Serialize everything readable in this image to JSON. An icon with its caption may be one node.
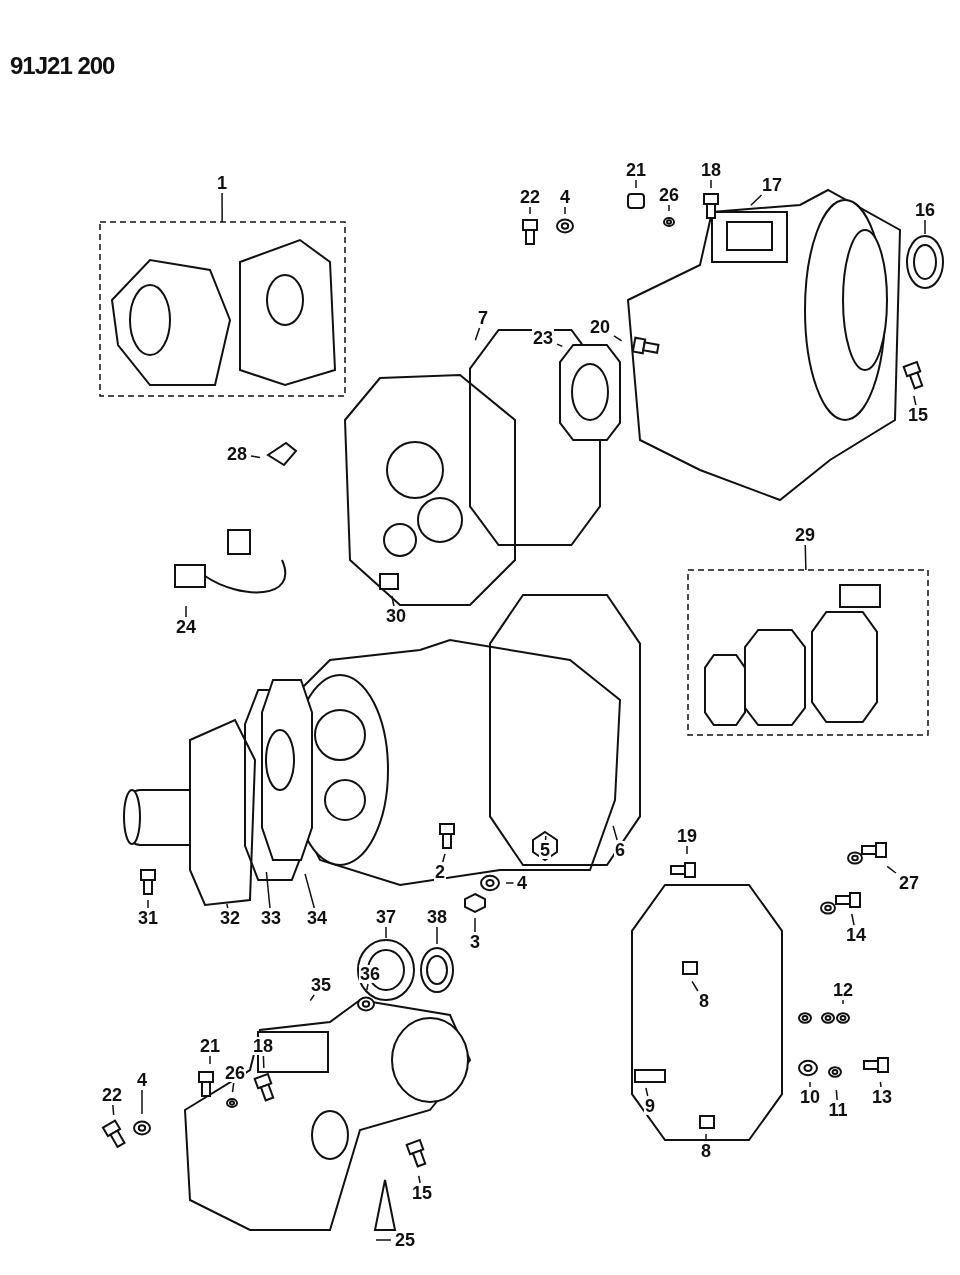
{
  "diagram": {
    "nodes": [
      {
        "text": [
          "1"
        ]
      },
      {
        "text": [
          "21"
        ]
      },
      {
        "text": [
          "18"
        ]
      },
      {
        "text": [
          "17"
        ]
      },
      {
        "text": [
          "22"
        ]
      },
      {
        "text": [
          "4"
        ]
      },
      {
        "text": [
          "26"
        ]
      },
      {
        "text": [
          "16"
        ]
      },
      {
        "text": [
          "7"
        ]
      },
      {
        "text": [
          "23"
        ]
      },
      {
        "text": [
          "20"
        ]
      },
      {
        "text": [
          "15"
        ]
      },
      {
        "text": [
          "28"
        ]
      },
      {
        "text": [
          "29"
        ]
      },
      {
        "text": [
          "30"
        ]
      },
      {
        "text": [
          "24"
        ]
      },
      {
        "text": [
          "19"
        ]
      },
      {
        "text": [
          "6"
        ]
      },
      {
        "text": [
          "5"
        ]
      },
      {
        "text": [
          "2"
        ]
      },
      {
        "text": [
          "27"
        ]
      },
      {
        "text": [
          "4"
        ]
      },
      {
        "text": [
          "31"
        ]
      },
      {
        "text": [
          "32"
        ]
      },
      {
        "text": [
          "33"
        ]
      },
      {
        "text": [
          "34"
        ]
      },
      {
        "text": [
          "37"
        ]
      },
      {
        "text": [
          "38"
        ]
      },
      {
        "text": [
          "3"
        ]
      },
      {
        "text": [
          "14"
        ]
      },
      {
        "text": [
          "36"
        ]
      },
      {
        "text": [
          "35"
        ]
      },
      {
        "text": [
          "12"
        ]
      },
      {
        "text": [
          "8"
        ]
      },
      {
        "text": [
          "21"
        ]
      },
      {
        "text": [
          "18"
        ]
      },
      {
        "text": [
          "26"
        ]
      },
      {
        "text": [
          "22"
        ]
      },
      {
        "text": [
          "4"
        ]
      },
      {
        "text": [
          "9"
        ]
      },
      {
        "text": [
          "10"
        ]
      },
      {
        "text": [
          "11"
        ]
      },
      {
        "text": [
          "13"
        ]
      },
      {
        "text": [
          "8"
        ]
      },
      {
        "text": [
          "15"
        ]
      },
      {
        "text": [
          "25"
        ]
      },
      {
        "text": [],
        "shape": "box"
      },
      {
        "text": [],
        "shape": "box"
      }
    ],
    "edges": [
      {
        "from": 0,
        "to": 46,
        "arrow": "none"
      },
      {
        "from": 1,
        "to": null,
        "arrow": "none"
      },
      {
        "from": 2,
        "to": null,
        "arrow": "none"
      },
      {
        "from": 3,
        "to": null,
        "arrow": "none"
      },
      {
        "from": 4,
        "to": null,
        "arrow": "none"
      },
      {
        "from": 5,
        "to": null,
        "arrow": "none"
      },
      {
        "from": 6,
        "to": null,
        "arrow": "none"
      },
      {
        "from": 7,
        "to": null,
        "arrow": "none"
      },
      {
        "from": 8,
        "to": null,
        "arrow": "none"
      },
      {
        "from": 9,
        "to": null,
        "arrow": "none"
      },
      {
        "from": 10,
        "to": null,
        "arrow": "none"
      },
      {
        "from": 11,
        "to": null,
        "arrow": "none"
      },
      {
        "from": 12,
        "to": null,
        "arrow": "none"
      },
      {
        "from": 13,
        "to": 47,
        "arrow": "none"
      },
      {
        "from": 14,
        "to": null,
        "arrow": "none"
      },
      {
        "from": 15,
        "to": null,
        "arrow": "none"
      },
      {
        "from": 16,
        "to": null,
        "arrow": "none"
      },
      {
        "from": 17,
        "to": null,
        "arrow": "none"
      },
      {
        "from": 18,
        "to": null,
        "arrow": "none"
      },
      {
        "from": 19,
        "to": null,
        "arrow": "none"
      },
      {
        "from": 20,
        "to": null,
        "arrow": "none"
      },
      {
        "from": 21,
        "to": null,
        "arrow": "none"
      },
      {
        "from": 22,
        "to": null,
        "arrow": "none"
      },
      {
        "from": 23,
        "to": null,
        "arrow": "none"
      },
      {
        "from": 24,
        "to": null,
        "arrow": "none"
      },
      {
        "from": 25,
        "to": null,
        "arrow": "none"
      },
      {
        "from": 26,
        "to": null,
        "arrow": "none"
      },
      {
        "from": 27,
        "to": null,
        "arrow": "none"
      },
      {
        "from": 28,
        "to": null,
        "arrow": "none"
      },
      {
        "from": 29,
        "to": null,
        "arrow": "none"
      },
      {
        "from": 30,
        "to": null,
        "arrow": "none"
      },
      {
        "from": 31,
        "to": null,
        "arrow": "none"
      },
      {
        "from": 32,
        "to": null,
        "arrow": "none"
      },
      {
        "from": 33,
        "to": null,
        "arrow": "none"
      },
      {
        "from": 34,
        "to": null,
        "arrow": "none"
      },
      {
        "from": 35,
        "to": null,
        "arrow": "none"
      },
      {
        "from": 36,
        "to": null,
        "arrow": "none"
      },
      {
        "from": 37,
        "to": null,
        "arrow": "none"
      },
      {
        "from": 38,
        "to": null,
        "arrow": "none"
      },
      {
        "from": 39,
        "to": null,
        "arrow": "none"
      },
      {
        "from": 40,
        "to": null,
        "arrow": "none"
      },
      {
        "from": 41,
        "to": null,
        "arrow": "none"
      },
      {
        "from": 42,
        "to": null,
        "arrow": "none"
      },
      {
        "from": 43,
        "to": null,
        "arrow": "none"
      },
      {
        "from": 44,
        "to": null,
        "arrow": "none"
      },
      {
        "from": 45,
        "to": null,
        "arrow": "none"
      }
    ],
    "labels": [
      "91J21 200"
    ]
  }
}
